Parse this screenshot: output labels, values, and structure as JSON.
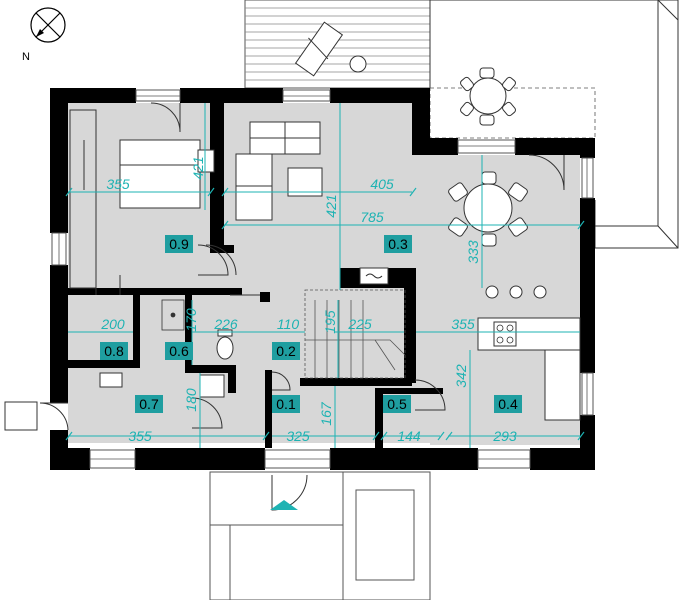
{
  "compass": {
    "north_label": "N"
  },
  "room_tags": [
    {
      "id": "0.9",
      "label": "0.9"
    },
    {
      "id": "0.3",
      "label": "0.3"
    },
    {
      "id": "0.8",
      "label": "0.8"
    },
    {
      "id": "0.6",
      "label": "0.6"
    },
    {
      "id": "0.2",
      "label": "0.2"
    },
    {
      "id": "0.7",
      "label": "0.7"
    },
    {
      "id": "0.1",
      "label": "0.1"
    },
    {
      "id": "0.5",
      "label": "0.5"
    },
    {
      "id": "0.4",
      "label": "0.4"
    }
  ],
  "dimensions": [
    "355",
    "421",
    "405",
    "785",
    "421",
    "333",
    "200",
    "170",
    "226",
    "110",
    "195",
    "225",
    "355",
    "342",
    "180",
    "167",
    "355",
    "325",
    "144",
    "293"
  ],
  "colors": {
    "wall": "#000000",
    "floor": "#d7d7d7",
    "dimension": "#1eb3b3",
    "tag_fill": "#1f9ea0",
    "entrance_marker": "#1eb3b3"
  }
}
